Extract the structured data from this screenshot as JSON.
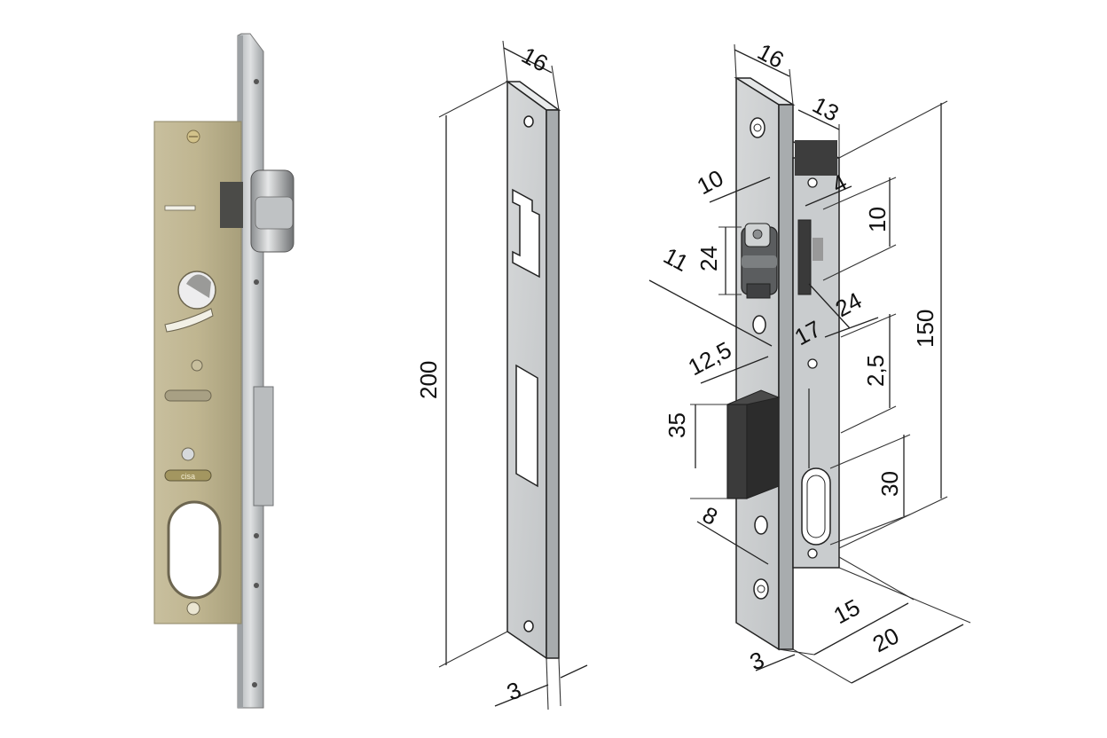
{
  "product_photo": {
    "logo_text": "cisa"
  },
  "strike_plate": {
    "dimensions": {
      "width": "16",
      "height": "200",
      "thickness": "3"
    }
  },
  "lock_body": {
    "dimensions": {
      "faceplate_width": "16",
      "case_depth": "13",
      "latch_offset": "10",
      "top_offset": "4",
      "latch_height_right": "10",
      "latch_height": "24",
      "latch_setback": "11",
      "axis_offset": "17",
      "axis_gap": "24",
      "deadbolt_setback": "12,5",
      "deadbolt_height": "35",
      "spacing": "2,5",
      "overall_height": "150",
      "cylinder_height": "30",
      "screw_hole": "8",
      "backset": "15",
      "case_width": "20",
      "faceplate_thickness": "3"
    }
  },
  "colors": {
    "case_gold": "#bdb28f",
    "steel": "#c9ccce",
    "deadbolt": "#3a3a3a",
    "line": "#222222"
  }
}
